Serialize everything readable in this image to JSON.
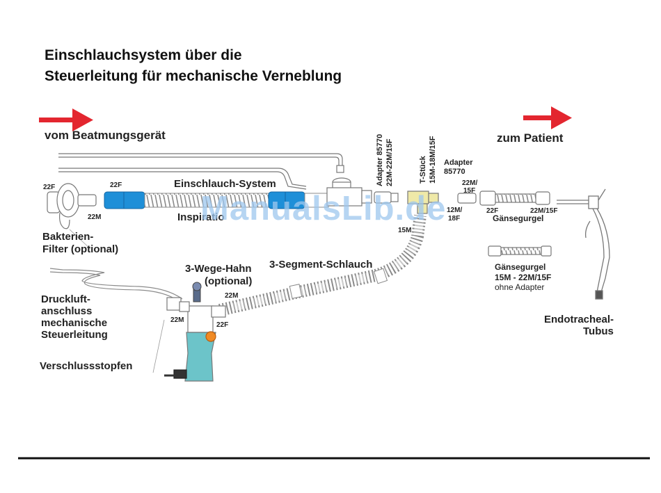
{
  "title_lines": [
    "Einschlauchsystem über die",
    "Steuerleitung für mechanische Verneblung"
  ],
  "direction_labels": {
    "from": "vom Beatmungsgerät",
    "to": "zum Patient"
  },
  "components": {
    "einschlauch_system": "Einschlauch-System",
    "inspiratio": "Inspiratio",
    "bakterien_filter": [
      "Bakterien-",
      "Filter (optional)"
    ],
    "dreiwege_hahn": [
      "3-Wege-Hahn",
      "(optional)"
    ],
    "segment_schlauch": "3-Segment-Schlauch",
    "druckluft": [
      "Druckluft-",
      "anschluss",
      "mechanische",
      "Steuerleitung"
    ],
    "verschlussstopfen": "Verschlussstopfen",
    "endotracheal": [
      "Endotracheal-",
      "Tubus"
    ],
    "gaensegurgel_top": "Gänsegurgel",
    "gaensegurgel_bottom": [
      "Gänsegurgel",
      "15M - 22M/15F"
    ],
    "ohne_adapter": "ohne Adapter",
    "adapter_vertical": [
      "Adapter 85770",
      "22M-22M/15F"
    ],
    "tstueck_vertical": [
      "T-Stück",
      "15M-18M/15F"
    ],
    "adapter_right": [
      "Adapter",
      "85770"
    ]
  },
  "connector_sizes": {
    "filter_22f": "22F",
    "filter_22m": "22M",
    "hose_22f": "22F",
    "valve_22m_top": "22M",
    "valve_22m_left": "22M",
    "valve_22f": "22F",
    "tee_15m": "15M",
    "tee_obscured_1": "12M/",
    "tee_obscured_2": "18F",
    "adapter_22m15f": [
      "22M/",
      "15F"
    ],
    "goose_22f": "22F",
    "goose_22m15f": "22M/15F"
  },
  "watermark": "ManualsLib.de",
  "colors": {
    "arrow": "#e3262f",
    "hose_blue": "#1e8fd8",
    "nebulizer": "#6cc4c9",
    "tee_yellow": "#efe9a8",
    "orange_dot": "#f08a24",
    "outline": "#777777"
  },
  "icons": [
    "arrow-right-icon",
    "bacterial-filter-icon",
    "corrugated-hose-icon",
    "nebulizer-icon",
    "stopcock-icon",
    "tube-icon"
  ]
}
